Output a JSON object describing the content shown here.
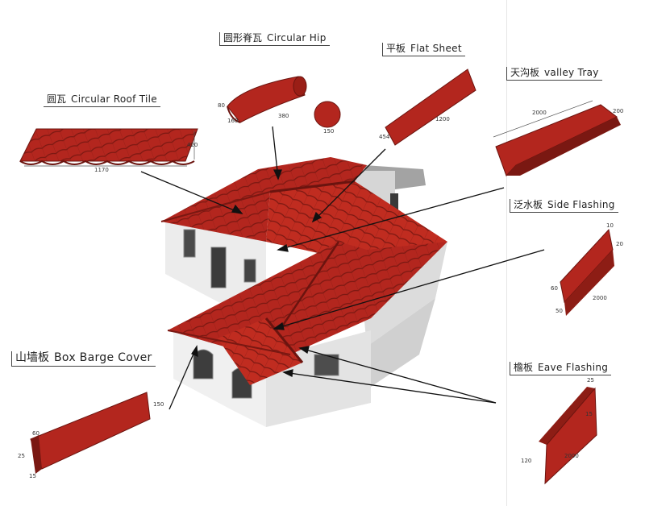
{
  "labels": {
    "circular_roof_tile": {
      "cn": "圆瓦",
      "en": "Circular Roof Tile",
      "dims": [
        "420",
        "1170"
      ]
    },
    "circular_hip": {
      "cn": "圆形脊瓦",
      "en": "Circular Hip",
      "dims": [
        "80",
        "160",
        "380",
        "150"
      ]
    },
    "flat_sheet": {
      "cn": "平板",
      "en": "Flat Sheet",
      "dims": [
        "454",
        "1200"
      ]
    },
    "valley_tray": {
      "cn": "天沟板",
      "en": "valley Tray",
      "dims": [
        "2000",
        "200"
      ]
    },
    "side_flashing": {
      "cn": "泛水板",
      "en": "Side Flashing",
      "dims": [
        "10",
        "20",
        "60",
        "50",
        "2000"
      ]
    },
    "box_barge_cover": {
      "cn": "山墙板",
      "en": "Box Barge Cover",
      "dims": [
        "60",
        "25",
        "15",
        "150"
      ]
    },
    "eave_flashing": {
      "cn": "檐板",
      "en": "Eave Flashing",
      "dims": [
        "25",
        "15",
        "120",
        "2000"
      ]
    }
  },
  "colors": {
    "tile_red": "#b3261e",
    "tile_dark": "#7a1812",
    "tile_light": "#cf3a2a",
    "wall": "#eaeaea",
    "wall_shade": "#c9c9c9",
    "gray_roof": "#9a9a9a"
  }
}
